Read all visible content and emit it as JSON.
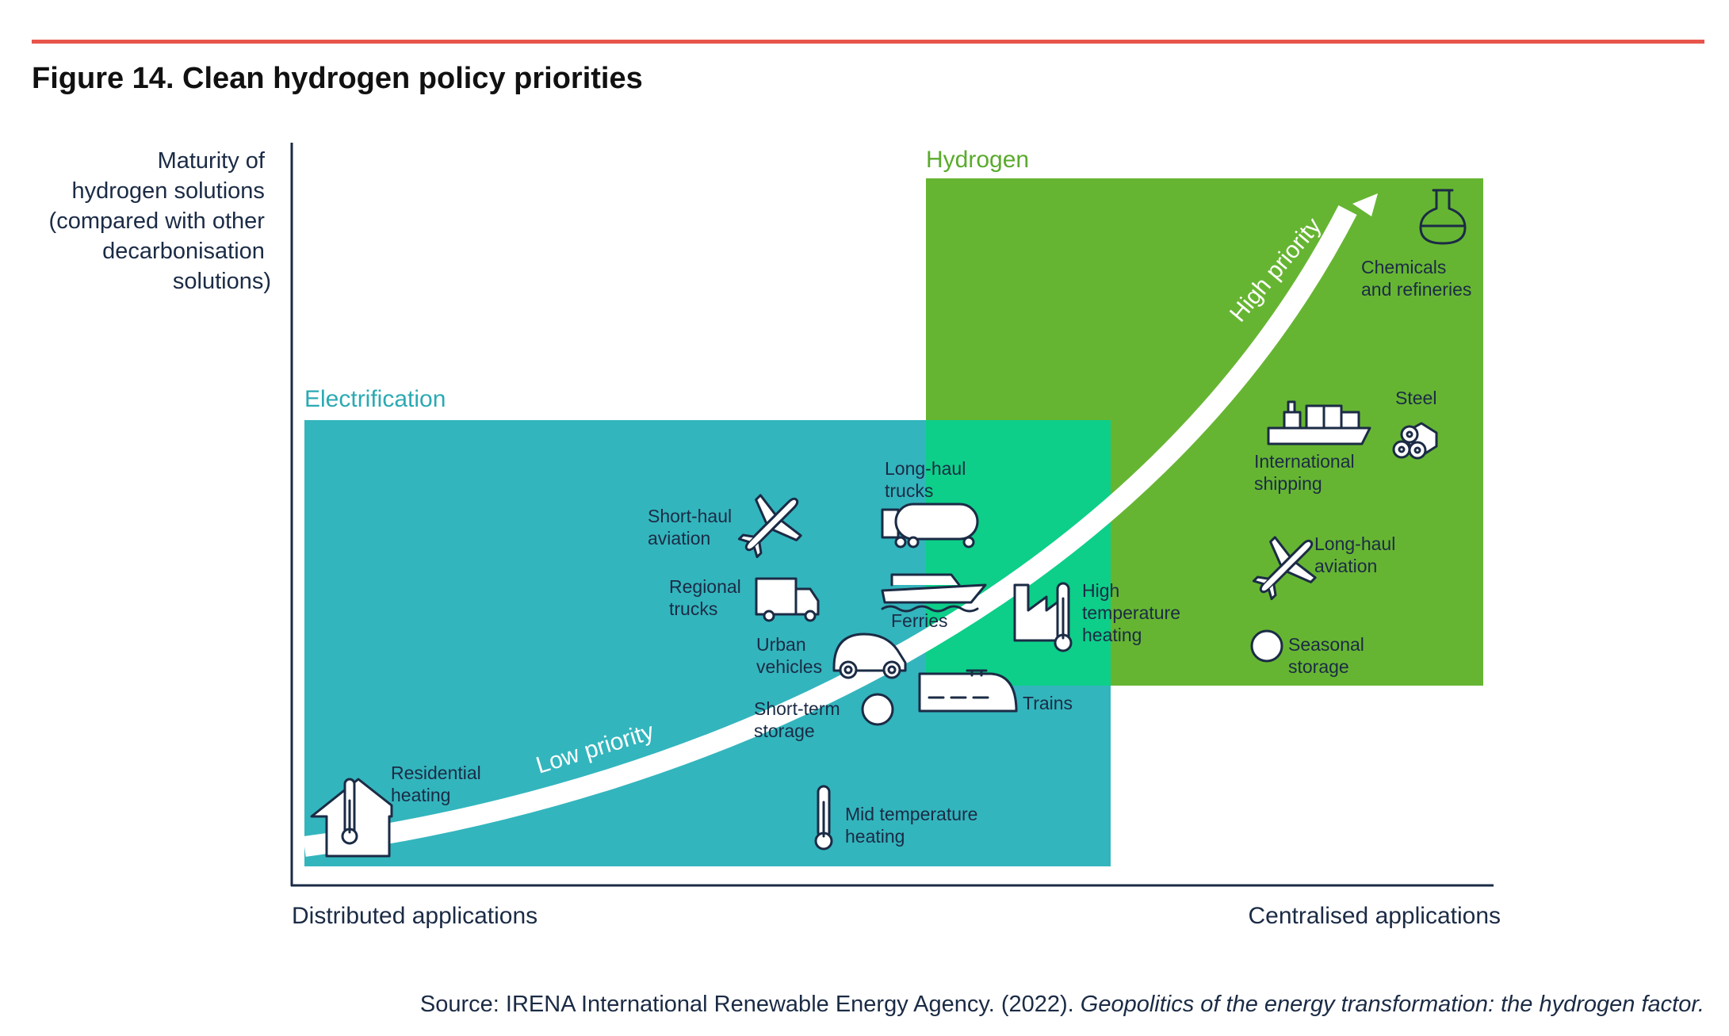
{
  "figure": {
    "title": "Figure 14. Clean hydrogen policy priorities",
    "accent_color": "#e8554b",
    "source_prefix": "Source: IRENA International Renewable Energy Agency. (2022). ",
    "source_italic": "Geopolitics of the energy transformation: the hydrogen factor."
  },
  "axes": {
    "y_label_lines": [
      "Maturity of",
      "hydrogen solutions",
      "(compared with other",
      "decarbonisation",
      "solutions)"
    ],
    "x_left_label": "Distributed applications",
    "x_right_label": "Centralised applications"
  },
  "regions": {
    "electrification": {
      "label": "Electrification",
      "color": "#33b5bd"
    },
    "hydrogen": {
      "label": "Hydrogen",
      "color": "#66b532"
    },
    "overlap_color": "#0dcf89"
  },
  "curve": {
    "low_label": "Low priority",
    "high_label": "High priority"
  },
  "applications": {
    "residential_heating": [
      "Residential",
      "heating"
    ],
    "mid_temperature_heating": [
      "Mid temperature",
      "heating"
    ],
    "short_term_storage": [
      "Short-term",
      "storage"
    ],
    "urban_vehicles": [
      "Urban",
      "vehicles"
    ],
    "regional_trucks": [
      "Regional",
      "trucks"
    ],
    "short_haul_aviation": [
      "Short-haul",
      "aviation"
    ],
    "long_haul_trucks": [
      "Long-haul",
      "trucks"
    ],
    "ferries": [
      "Ferries"
    ],
    "trains": [
      "Trains"
    ],
    "high_temperature_heating": [
      "High",
      "temperature",
      "heating"
    ],
    "chemicals_and_refineries": [
      "Chemicals",
      "and refineries"
    ],
    "steel": [
      "Steel"
    ],
    "international_shipping": [
      "International",
      "shipping"
    ],
    "long_haul_aviation": [
      "Long-haul",
      "aviation"
    ],
    "seasonal_storage": [
      "Seasonal",
      "storage"
    ]
  }
}
